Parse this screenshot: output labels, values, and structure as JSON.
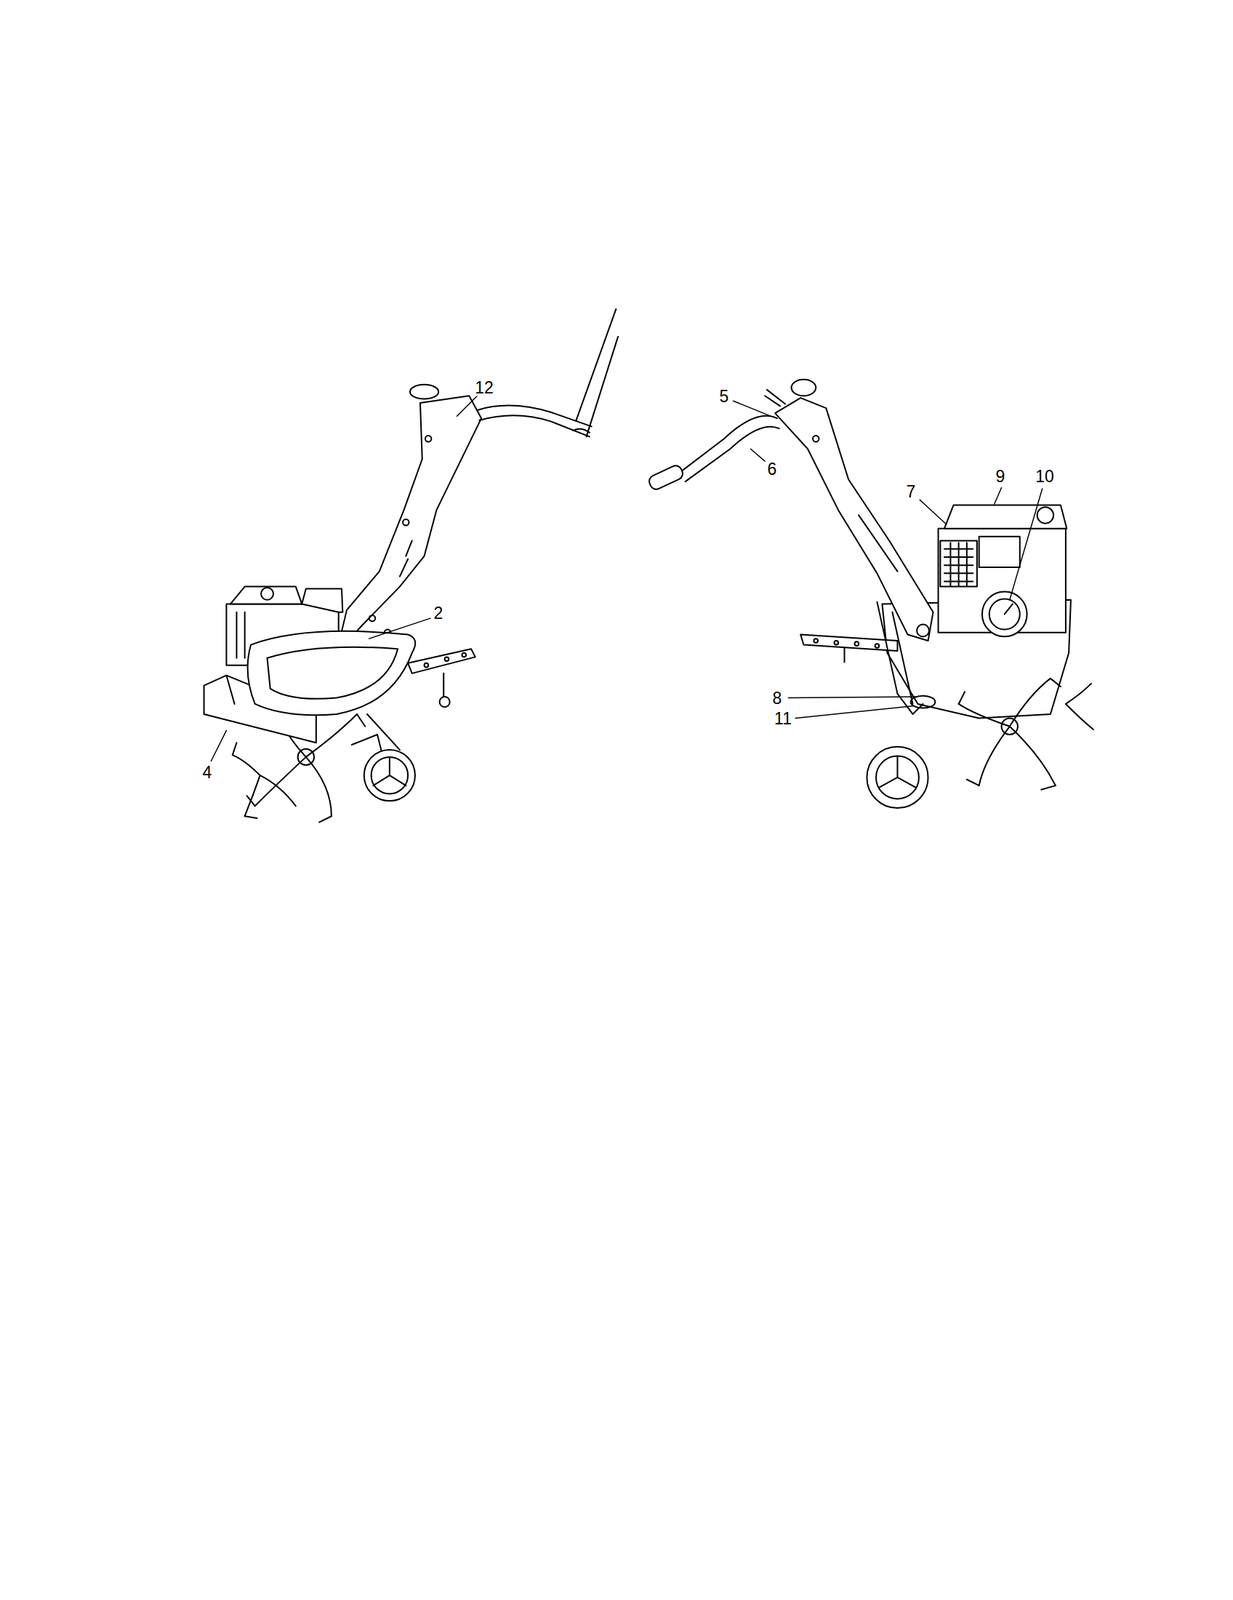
{
  "diagram": {
    "labels": [
      "12",
      "2",
      "4",
      "5",
      "6",
      "7",
      "9",
      "10",
      "8",
      "11"
    ]
  }
}
